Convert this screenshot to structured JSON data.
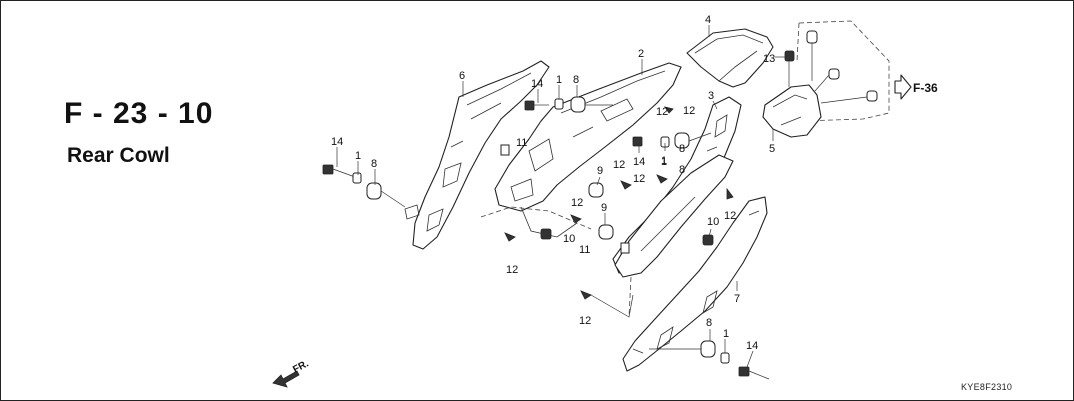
{
  "diagram": {
    "code": "F - 23 - 10",
    "name": "Rear Cowl",
    "reference": "KYE8F2310",
    "cross_reference": "F-36",
    "direction": "FR.",
    "callouts": [
      {
        "id": "c-4",
        "label": "4"
      },
      {
        "id": "c-13",
        "label": "13"
      },
      {
        "id": "c-5",
        "label": "5"
      },
      {
        "id": "c-2",
        "label": "2"
      },
      {
        "id": "c-6",
        "label": "6"
      },
      {
        "id": "c-14a",
        "label": "14"
      },
      {
        "id": "c-1a",
        "label": "1"
      },
      {
        "id": "c-8a",
        "label": "8"
      },
      {
        "id": "c-12a",
        "label": "12"
      },
      {
        "id": "c-3",
        "label": "3"
      },
      {
        "id": "c-11a",
        "label": "11"
      },
      {
        "id": "c-14b",
        "label": "14"
      },
      {
        "id": "c-1b",
        "label": "1"
      },
      {
        "id": "c-8b",
        "label": "8"
      },
      {
        "id": "c-14c",
        "label": "14"
      },
      {
        "id": "c-1c",
        "label": "1"
      },
      {
        "id": "c-8c",
        "label": "8"
      },
      {
        "id": "c-9a",
        "label": "9"
      },
      {
        "id": "c-12b",
        "label": "12"
      },
      {
        "id": "c-12c",
        "label": "12"
      },
      {
        "id": "c-1d",
        "label": "1"
      },
      {
        "id": "c-12d",
        "label": "12"
      },
      {
        "id": "c-8d",
        "label": "8"
      },
      {
        "id": "c-12e",
        "label": "12"
      },
      {
        "id": "c-9b",
        "label": "9"
      },
      {
        "id": "c-10a",
        "label": "10"
      },
      {
        "id": "c-10b",
        "label": "10"
      },
      {
        "id": "c-12f",
        "label": "12"
      },
      {
        "id": "c-11b",
        "label": "11"
      },
      {
        "id": "c-12g",
        "label": "12"
      },
      {
        "id": "c-7",
        "label": "7"
      },
      {
        "id": "c-12h",
        "label": "12"
      },
      {
        "id": "c-8e",
        "label": "8"
      },
      {
        "id": "c-1e",
        "label": "1"
      },
      {
        "id": "c-14d",
        "label": "14"
      }
    ]
  }
}
